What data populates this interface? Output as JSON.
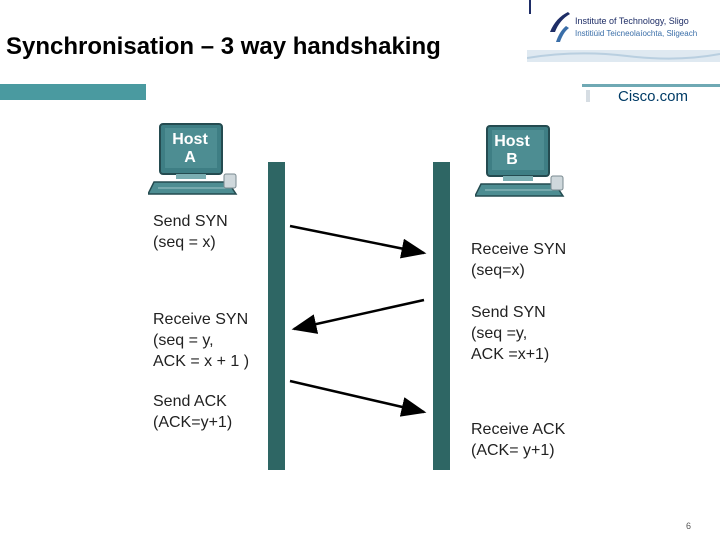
{
  "title": "Synchronisation – 3 way handshaking",
  "logo": {
    "line1": "Institute of Technology, Sligo",
    "line2": "Institiúid Teicneolaíochta, Sligeach"
  },
  "cisco": "Cisco.com",
  "hosts": {
    "a": "Host\nA",
    "b": "Host\nB"
  },
  "left_messages": [
    "Send SYN\n(seq = x)",
    "Receive SYN\n(seq = y,\nACK = x + 1 )",
    "Send ACK\n(ACK=y+1)"
  ],
  "right_messages": [
    "Receive SYN\n(seq=x)",
    "Send SYN\n(seq =y,\nACK =x+1)",
    "Receive ACK\n(ACK= y+1)"
  ],
  "page_number": "6",
  "colors": {
    "accent_bar": "#4a9aa0",
    "pole": "#2e6664",
    "monitor": "#4d8d92"
  }
}
